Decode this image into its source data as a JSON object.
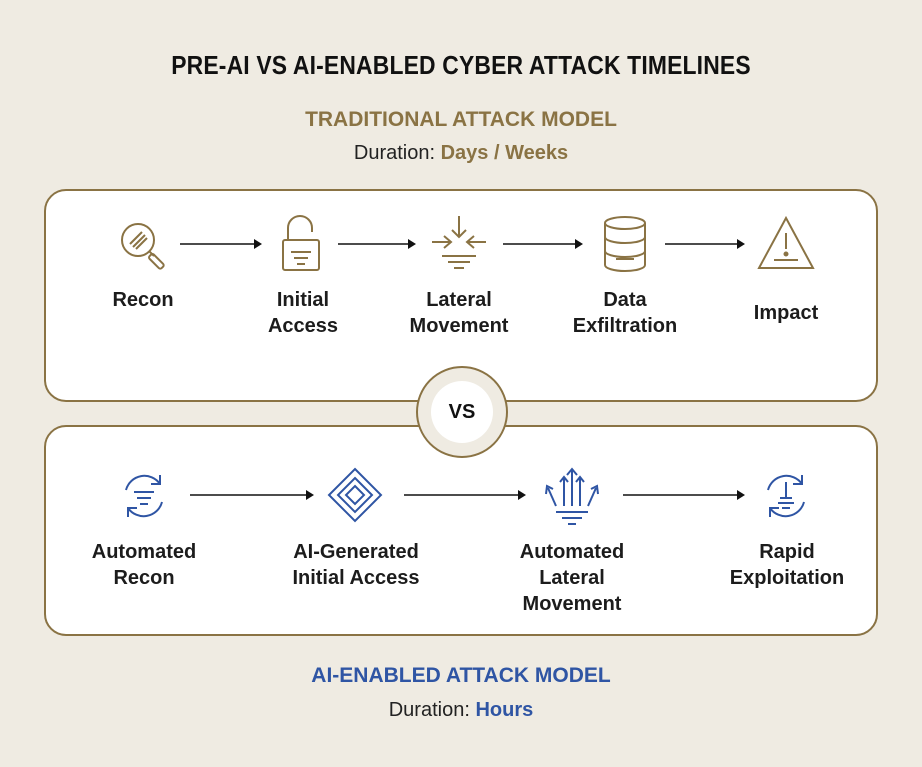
{
  "title": "PRE-AI VS AI-ENABLED CYBER ATTACK TIMELINES",
  "traditional": {
    "heading": "TRADITIONAL ATTACK MODEL",
    "duration_label": "Duration:",
    "duration_value": "Days / Weeks",
    "steps": [
      {
        "label": "Recon",
        "icon": "magnifier-icon"
      },
      {
        "label": "Initial\nAccess",
        "icon": "open-padlock-icon"
      },
      {
        "label": "Lateral\nMovement",
        "icon": "converging-arrows-icon"
      },
      {
        "label": "Data\nExfiltration",
        "icon": "database-icon"
      },
      {
        "label": "Impact",
        "icon": "warning-triangle-icon"
      }
    ]
  },
  "vs_label": "VS",
  "ai": {
    "heading": "AI-ENABLED ATTACK MODEL",
    "duration_label": "Duration:",
    "duration_value": "Hours",
    "steps": [
      {
        "label": "Automated\nRecon",
        "icon": "refresh-cycle-icon"
      },
      {
        "label": "AI-Generated\nInitial Access",
        "icon": "nested-diamond-icon"
      },
      {
        "label": "Automated\nLateral\nMovement",
        "icon": "diverging-arrows-icon"
      },
      {
        "label": "Rapid\nExploitation",
        "icon": "rapid-cycle-icon"
      }
    ]
  },
  "colors": {
    "gold": "#8a7344",
    "blue": "#2f55a4",
    "background": "#efebe2"
  }
}
